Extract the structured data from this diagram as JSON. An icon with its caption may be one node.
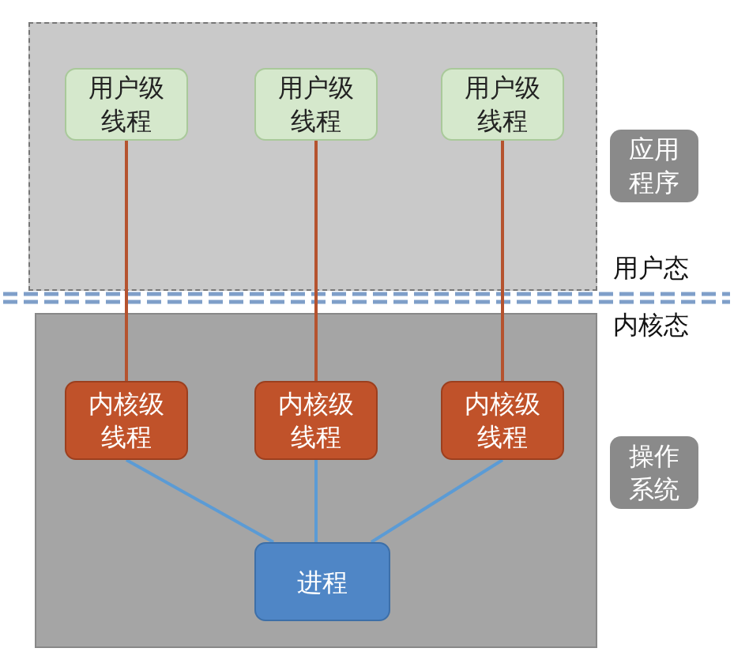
{
  "diagram": {
    "nodes": [
      {
        "text": [],
        "shape": "box"
      },
      {
        "text": [
          "用户级线程"
        ],
        "in": 0
      },
      {
        "text": [
          "用户级线程"
        ],
        "in": 0
      },
      {
        "text": [
          "用户级线程"
        ],
        "in": 0
      },
      {
        "text": [
          "应用程序"
        ]
      },
      {
        "text": [],
        "shape": "box"
      },
      {
        "text": [
          "内核级线程"
        ],
        "in": 5
      },
      {
        "text": [
          "内核级线程"
        ],
        "in": 5
      },
      {
        "text": [
          "内核级线程"
        ],
        "in": 5
      },
      {
        "text": [
          "进程"
        ],
        "in": 5
      },
      {
        "text": [
          "操作系统"
        ]
      }
    ],
    "edges": [
      {
        "from": 1,
        "to": 6,
        "arrow": "none",
        "color": "#b5532f"
      },
      {
        "from": 2,
        "to": 7,
        "arrow": "none",
        "color": "#b5532f"
      },
      {
        "from": 3,
        "to": 8,
        "arrow": "none",
        "color": "#b5532f"
      },
      {
        "from": 6,
        "to": 9,
        "arrow": "none",
        "color": "#5b9bd5"
      },
      {
        "from": 7,
        "to": 9,
        "arrow": "none",
        "color": "#5b9bd5"
      },
      {
        "from": 8,
        "to": 9,
        "arrow": "none",
        "color": "#5b9bd5"
      }
    ],
    "labels": [
      "用户态",
      "内核态"
    ]
  }
}
